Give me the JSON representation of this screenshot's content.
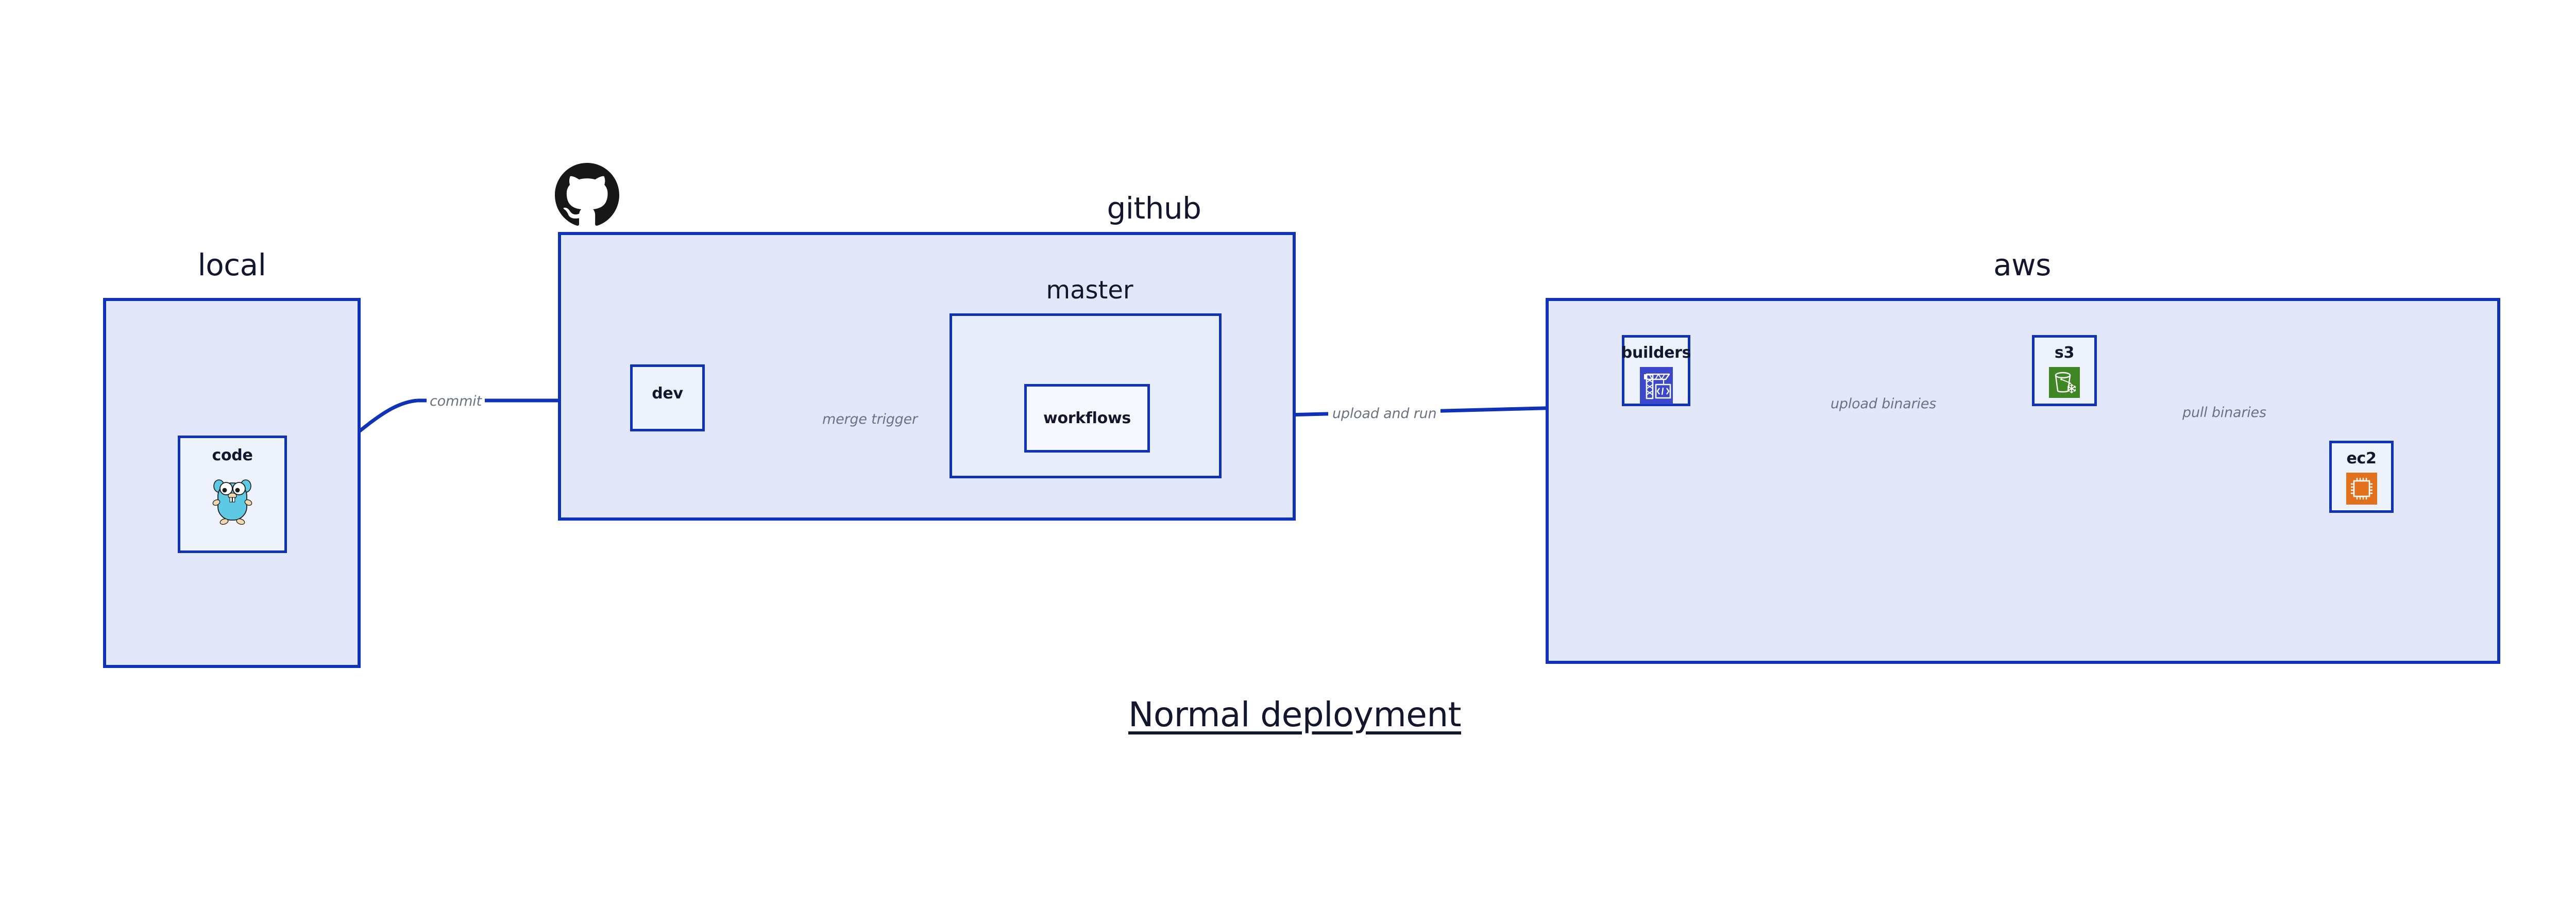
{
  "diagram": {
    "title": "Normal deployment",
    "background_color": "#ffffff",
    "accent_border_color": "#0f33b8",
    "group_fill_color": "#e2e7fa",
    "node_fill_color": "#eef2fd",
    "edge_label_color": "#6b7280"
  },
  "groups": [
    {
      "id": "local",
      "label": "local"
    },
    {
      "id": "github",
      "label": "github"
    },
    {
      "id": "aws",
      "label": "aws"
    }
  ],
  "subgroups": [
    {
      "id": "master",
      "label": "master",
      "parent": "github"
    }
  ],
  "nodes": [
    {
      "id": "code",
      "label": "code",
      "parent": "local",
      "icon": "go-gopher-icon",
      "icon_color": "#5dc9e2"
    },
    {
      "id": "dev",
      "label": "dev",
      "parent": "github",
      "icon": "none",
      "icon_color": ""
    },
    {
      "id": "workflows",
      "label": "workflows",
      "parent": "master",
      "icon": "none",
      "icon_color": ""
    },
    {
      "id": "builders",
      "label": "builders",
      "parent": "aws",
      "icon": "codebuild-crane-icon",
      "icon_color": "#3b48cc"
    },
    {
      "id": "s3",
      "label": "s3",
      "parent": "aws",
      "icon": "s3-bucket-icon",
      "icon_color": "#3f8624"
    },
    {
      "id": "ec2",
      "label": "ec2",
      "parent": "aws",
      "icon": "ec2-chip-icon",
      "icon_color": "#e2711d"
    }
  ],
  "edges": [
    {
      "id": "commit",
      "from": "code",
      "to": "dev",
      "label": "commit"
    },
    {
      "id": "merge-trigger",
      "from": "dev",
      "to": "workflows",
      "label": "merge trigger"
    },
    {
      "id": "upload-and-run",
      "from": "workflows",
      "to": "builders",
      "label": "upload and run"
    },
    {
      "id": "upload-binaries",
      "from": "builders",
      "to": "s3",
      "label": "upload binaries"
    },
    {
      "id": "pull-binaries",
      "from": "s3",
      "to": "ec2",
      "label": "pull binaries"
    }
  ],
  "brand_icons": [
    {
      "id": "github-octocat-icon",
      "label": "github-octocat-icon",
      "color": "#181717"
    }
  ]
}
